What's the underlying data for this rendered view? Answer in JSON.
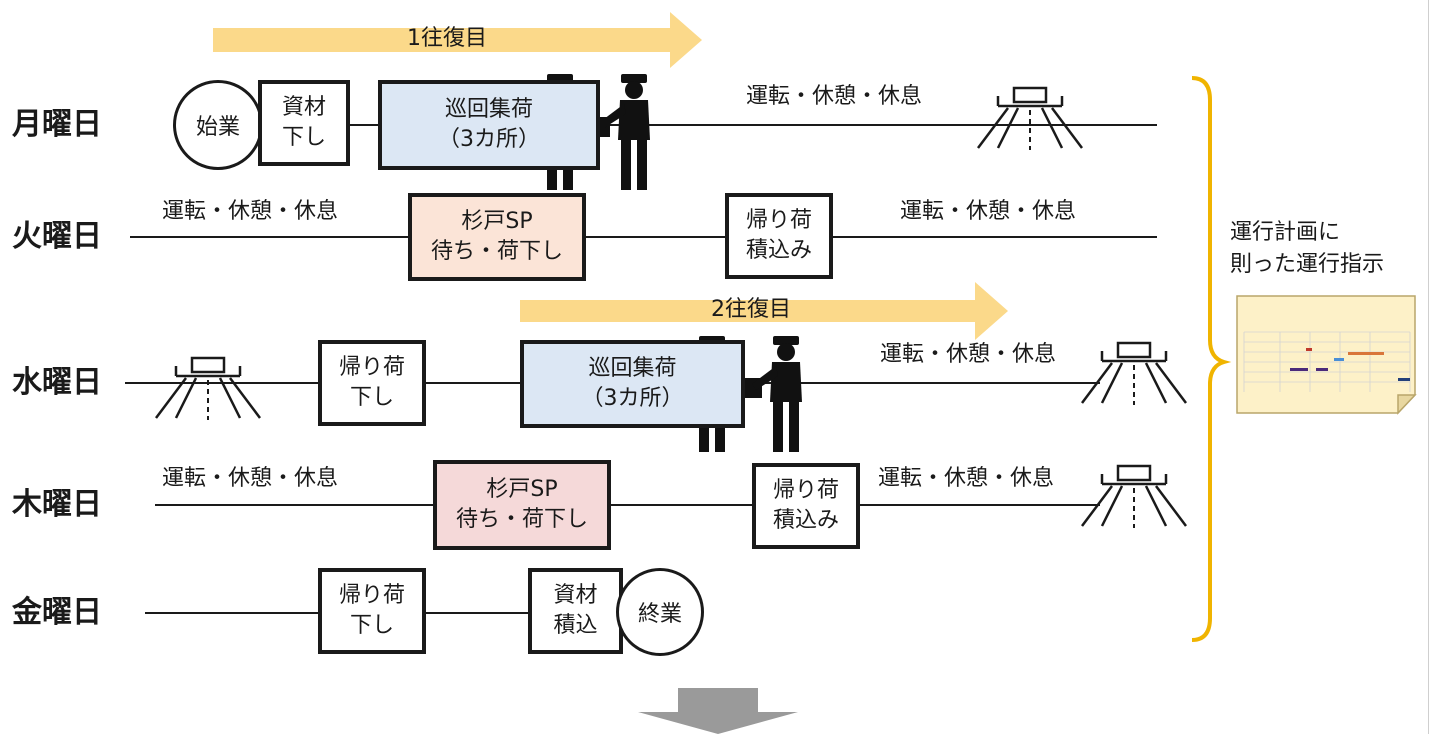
{
  "arrows": {
    "round1": "1往復目",
    "round2": "2往復目"
  },
  "days": {
    "mon": {
      "label": "月曜日",
      "start": "始業",
      "unload_l1": "資材",
      "unload_l2": "下し",
      "pickup_l1": "巡回集荷",
      "pickup_l2": "（3カ所）",
      "seg1": "運転・休憩・休息"
    },
    "tue": {
      "label": "火曜日",
      "seg1": "運転・休憩・休息",
      "sp_l1": "杉戸SP",
      "sp_l2": "待ち・荷下し",
      "back_l1": "帰り荷",
      "back_l2": "積込み",
      "seg2": "運転・休憩・休息"
    },
    "wed": {
      "label": "水曜日",
      "back_l1": "帰り荷",
      "back_l2": "下し",
      "pickup_l1": "巡回集荷",
      "pickup_l2": "（3カ所）",
      "seg1": "運転・休憩・休息"
    },
    "thu": {
      "label": "木曜日",
      "seg1": "運転・休憩・休息",
      "sp_l1": "杉戸SP",
      "sp_l2": "待ち・荷下し",
      "back_l1": "帰り荷",
      "back_l2": "積込み",
      "seg2": "運転・休憩・休息"
    },
    "fri": {
      "label": "金曜日",
      "back_l1": "帰り荷",
      "back_l2": "下し",
      "load_l1": "資材",
      "load_l2": "積込",
      "end": "終業"
    }
  },
  "note": {
    "line1": "運行計画に",
    "line2": "則った運行指示"
  },
  "colors": {
    "arrow": "#fbd98a",
    "brace": "#f0b400",
    "box_blue": "#dce7f4",
    "box_peach": "#fbe4d7",
    "box_pink": "#f5d9d9",
    "down_arrow": "#9a9a9a"
  },
  "icons": [
    "road-icon",
    "worker-icon",
    "schedule-sheet-icon",
    "down-arrow-icon"
  ]
}
